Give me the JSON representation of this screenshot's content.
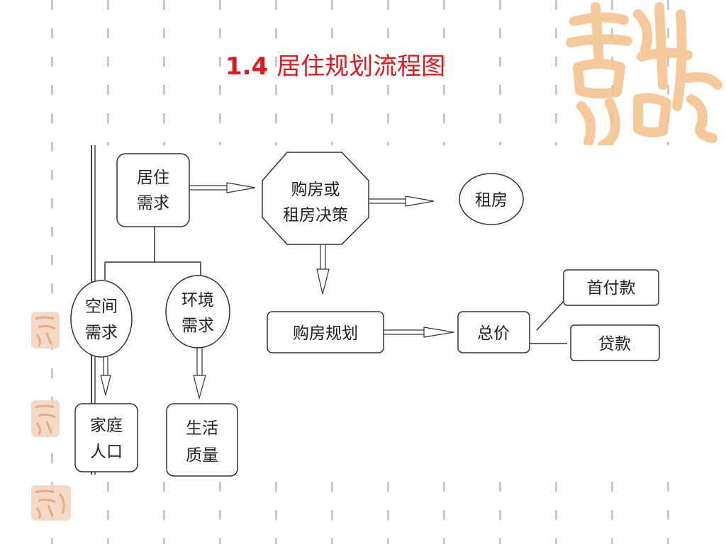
{
  "slide": {
    "title_number": "1.4",
    "title_text": "居住规划流程图",
    "title_color": "#e0191f"
  },
  "diagram": {
    "nodes": {
      "housing_need": [
        "居住",
        "需求"
      ],
      "buy_or_rent_decision": [
        "购房或",
        "租房决策"
      ],
      "rent": "租房",
      "space_need": [
        "空间",
        "需求"
      ],
      "environment_need": [
        "环境",
        "需求"
      ],
      "household_population": [
        "家庭",
        "人口"
      ],
      "life_quality": [
        "生活",
        "质量"
      ],
      "purchase_plan": "购房规划",
      "total_price": "总价",
      "down_payment": "首付款",
      "loan": "贷款"
    }
  },
  "decor": {
    "logo_large": "吉祥如意",
    "logo_small": "吉祥如意",
    "logo_color": "#f5c08a",
    "small_logo_color": "#e8a070"
  }
}
